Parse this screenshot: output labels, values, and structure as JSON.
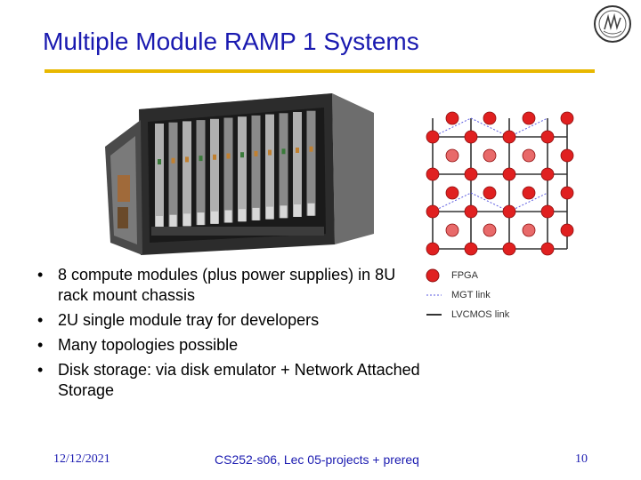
{
  "slide": {
    "title": "Multiple Module RAMP 1 Systems",
    "bullets": [
      "8 compute modules (plus power supplies) in 8U rack mount chassis",
      "2U single module tray for developers",
      "Many topologies possible",
      "Disk storage: via disk emulator + Network Attached Storage"
    ],
    "bullet_marker": "•"
  },
  "figure": {
    "legend": {
      "fpga": "FPGA",
      "mgt": "MGT link",
      "lvcmos": "LVCMOS link"
    },
    "colors": {
      "fpga_node": "#e02020",
      "fpga_node_light": "#e86a6a",
      "lvcmos_link": "#333333",
      "mgt_link": "#5a5ae0"
    }
  },
  "footer": {
    "date": "12/12/2021",
    "course": "CS252-s06, Lec 05-projects + prereq",
    "page": "10"
  },
  "colors": {
    "title": "#1a1ab0",
    "rule": "#e8b800"
  }
}
